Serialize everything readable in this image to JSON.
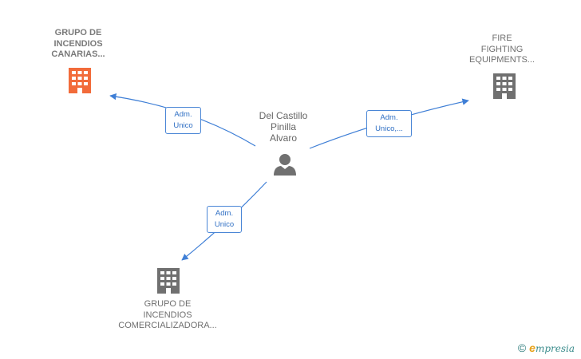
{
  "colors": {
    "edge": "#3f7fd6",
    "highlight_company": "#f26b3a",
    "company": "#707070",
    "person": "#707070"
  },
  "nodes": {
    "company_canarias": {
      "lines": [
        "GRUPO DE",
        "INCENDIOS",
        "CANARIAS..."
      ],
      "icon": "building-icon",
      "highlight": true
    },
    "company_fire": {
      "lines": [
        "FIRE",
        "FIGHTING",
        "EQUIPMENTS..."
      ],
      "icon": "building-icon"
    },
    "company_comercializadora": {
      "lines": [
        "GRUPO DE",
        "INCENDIOS",
        "COMERCIALIZADORA..."
      ],
      "icon": "building-icon"
    },
    "person": {
      "lines": [
        "Del Castillo",
        "Pinilla",
        "Alvaro"
      ],
      "icon": "person-icon"
    }
  },
  "edges": {
    "to_canarias": {
      "lines": [
        "Adm.",
        "Unico"
      ]
    },
    "to_fire": {
      "lines": [
        "Adm.",
        "Unico,..."
      ]
    },
    "to_comercializadora": {
      "lines": [
        "Adm.",
        "Unico"
      ]
    }
  },
  "brand": {
    "copyright": "©",
    "e_letter": "e",
    "name": "mpresia"
  }
}
